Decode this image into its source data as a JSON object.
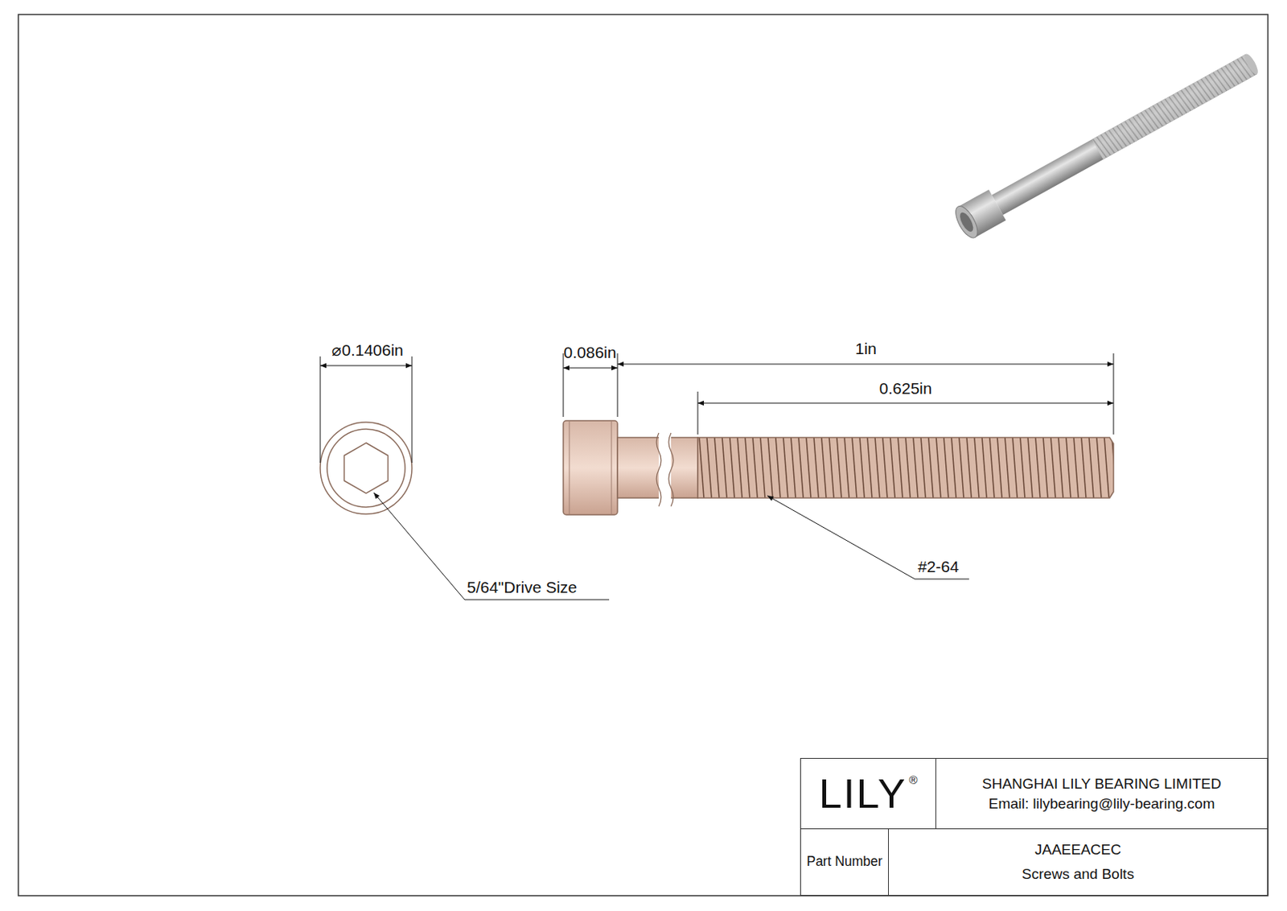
{
  "diagram": {
    "nodes": [
      {
        "text": [
          "LILY",
          "®"
        ]
      },
      {
        "text": [
          "SHANGHAI LILY BEARING LIMITED",
          "Email: lilybearing@lily-bearing.com"
        ]
      },
      {
        "text": [
          "Part Number"
        ]
      },
      {
        "text": [
          "JAAEEACEC",
          "Screws and Bolts"
        ]
      }
    ],
    "edges": [],
    "labels": [
      "⌀0.1406in",
      "5/64\"Drive Size",
      "0.086in",
      "1in",
      "0.625in",
      "#2-64"
    ]
  }
}
